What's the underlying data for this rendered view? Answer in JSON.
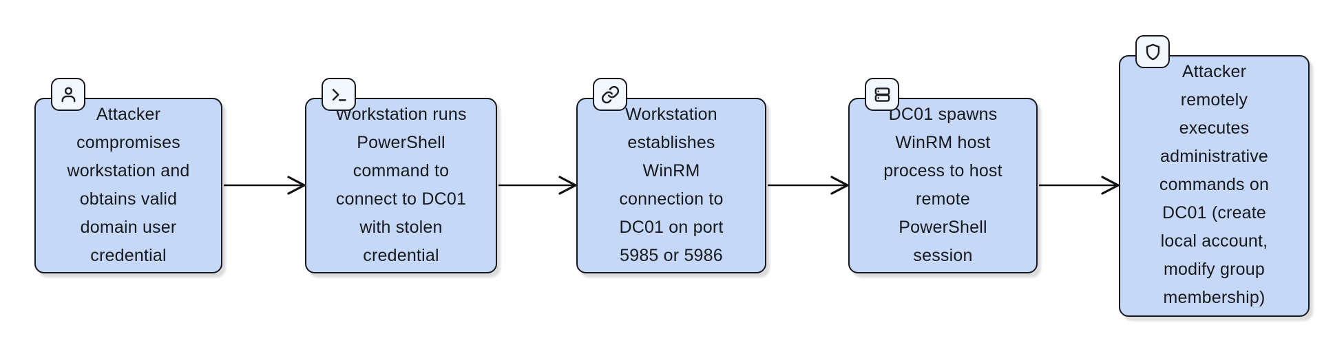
{
  "diagram": {
    "type": "flowchart",
    "background_color": "#ffffff",
    "node_fill_color": "#c6d8f8",
    "node_border_color": "#16181d",
    "badge_fill_color": "#f2f7fd",
    "text_color": "#17191c",
    "arrow_color": "#101114",
    "nodes": [
      {
        "id": "step-1",
        "icon": "user-icon",
        "label": "Attacker\ncompromises\nworkstation and\nobtains valid\ndomain user\ncredential"
      },
      {
        "id": "step-2",
        "icon": "terminal-icon",
        "label": "Workstation runs\nPowerShell\ncommand to\nconnect to DC01\nwith stolen\ncredential"
      },
      {
        "id": "step-3",
        "icon": "link-icon",
        "label": "Workstation\nestablishes\nWinRM\nconnection to\nDC01 on port\n5985 or 5986"
      },
      {
        "id": "step-4",
        "icon": "server-icon",
        "label": "DC01 spawns\nWinRM host\nprocess to host\nremote\nPowerShell\nsession"
      },
      {
        "id": "step-5",
        "icon": "shield-icon",
        "label": "Attacker\nremotely\nexecutes\nadministrative\ncommands on\nDC01 (create\nlocal account,\nmodify group\nmembership)"
      }
    ],
    "edges": [
      {
        "from": "step-1",
        "to": "step-2"
      },
      {
        "from": "step-2",
        "to": "step-3"
      },
      {
        "from": "step-3",
        "to": "step-4"
      },
      {
        "from": "step-4",
        "to": "step-5"
      }
    ]
  }
}
